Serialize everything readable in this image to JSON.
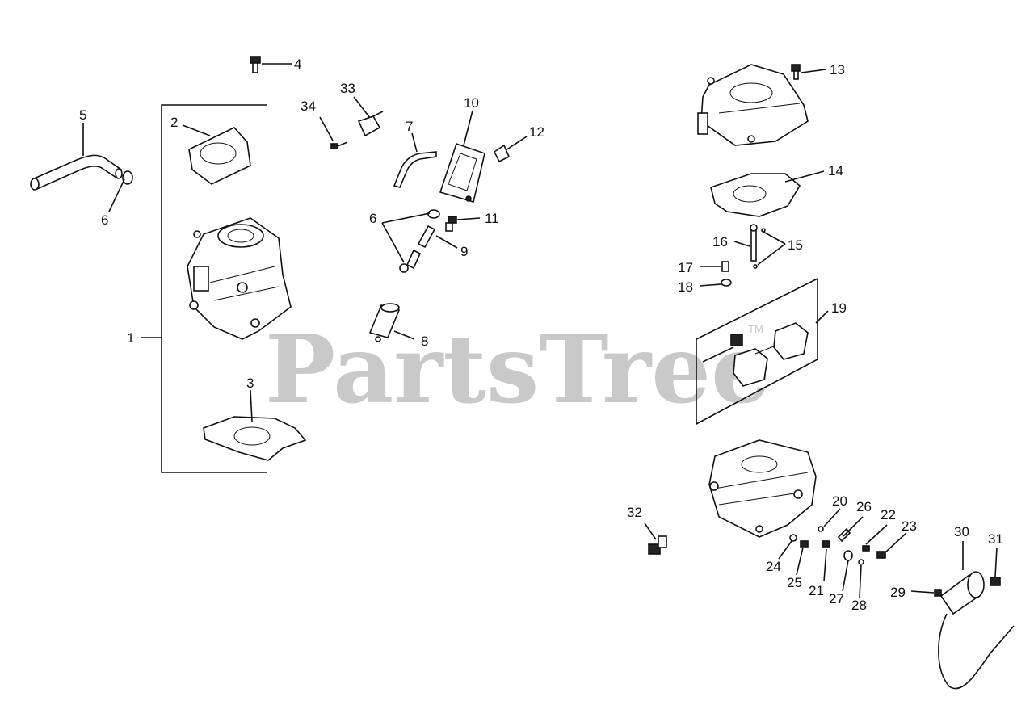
{
  "watermark": {
    "text": "PartsTree",
    "trademark": "TM"
  },
  "callouts": [
    {
      "id": "c1",
      "label": "1"
    },
    {
      "id": "c2",
      "label": "2"
    },
    {
      "id": "c3",
      "label": "3"
    },
    {
      "id": "c4",
      "label": "4"
    },
    {
      "id": "c5",
      "label": "5"
    },
    {
      "id": "c6a",
      "label": "6"
    },
    {
      "id": "c6b",
      "label": "6"
    },
    {
      "id": "c7",
      "label": "7"
    },
    {
      "id": "c8",
      "label": "8"
    },
    {
      "id": "c9",
      "label": "9"
    },
    {
      "id": "c10",
      "label": "10"
    },
    {
      "id": "c11",
      "label": "11"
    },
    {
      "id": "c12",
      "label": "12"
    },
    {
      "id": "c13",
      "label": "13"
    },
    {
      "id": "c14",
      "label": "14"
    },
    {
      "id": "c15",
      "label": "15"
    },
    {
      "id": "c16",
      "label": "16"
    },
    {
      "id": "c17",
      "label": "17"
    },
    {
      "id": "c18",
      "label": "18"
    },
    {
      "id": "c19",
      "label": "19"
    },
    {
      "id": "c20",
      "label": "20"
    },
    {
      "id": "c21",
      "label": "21"
    },
    {
      "id": "c22",
      "label": "22"
    },
    {
      "id": "c23",
      "label": "23"
    },
    {
      "id": "c24",
      "label": "24"
    },
    {
      "id": "c25",
      "label": "25"
    },
    {
      "id": "c26",
      "label": "26"
    },
    {
      "id": "c27",
      "label": "27"
    },
    {
      "id": "c28",
      "label": "28"
    },
    {
      "id": "c29",
      "label": "29"
    },
    {
      "id": "c30",
      "label": "30"
    },
    {
      "id": "c31",
      "label": "31"
    },
    {
      "id": "c32",
      "label": "32"
    },
    {
      "id": "c33",
      "label": "33"
    },
    {
      "id": "c34",
      "label": "34"
    }
  ]
}
